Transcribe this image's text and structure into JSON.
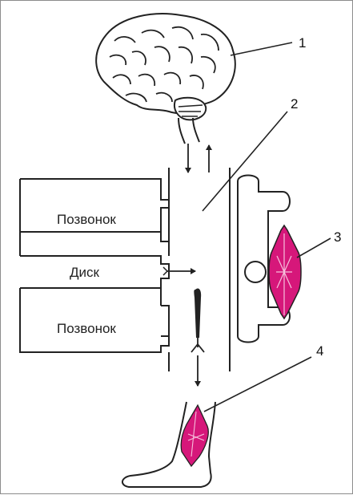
{
  "diagram": {
    "blocks": {
      "upper": "Позвонок",
      "disc": "Диск",
      "lower": "Позвонок"
    },
    "callouts": [
      "1",
      "2",
      "3",
      "4"
    ],
    "icons": [
      "brain-icon",
      "muscle-icon",
      "leg-icon",
      "neuron-icon"
    ],
    "colors": {
      "line": "#222222",
      "muscle": "#d6177a",
      "frame": "#8c8c8c"
    }
  }
}
